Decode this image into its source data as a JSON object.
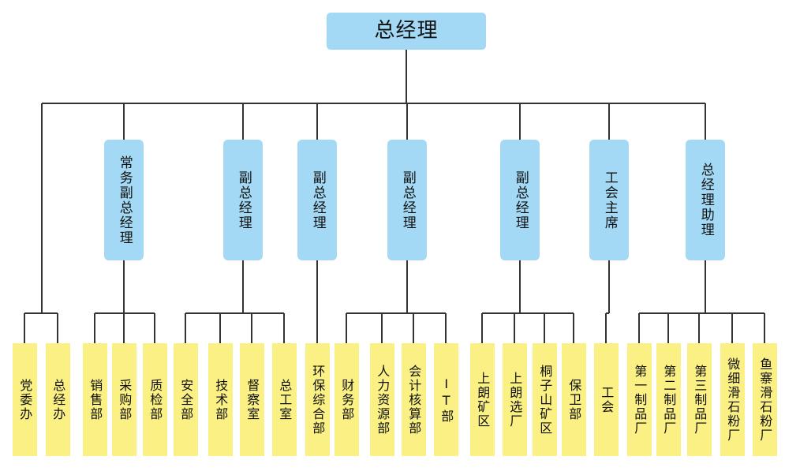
{
  "title": "总经理",
  "colors": {
    "manager_fill": "#a3d9f5",
    "department_fill": "#fbf083",
    "connector": "#333333",
    "text": "#111111"
  },
  "groups": [
    {
      "id": "direct",
      "manager": null,
      "departments": [
        "党委办",
        "总经办"
      ]
    },
    {
      "id": "vp-executive",
      "manager": "常务副总经理",
      "departments": [
        "销售部",
        "采购部",
        "质检部"
      ]
    },
    {
      "id": "vp-1",
      "manager": "副总经理",
      "departments": [
        "安全部",
        "技术部",
        "督察室",
        "总工室"
      ]
    },
    {
      "id": "vp-2",
      "manager": "副总经理",
      "departments": [
        "环保综合部"
      ]
    },
    {
      "id": "vp-3",
      "manager": "副总经理",
      "departments": [
        "财务部",
        "人力资源部",
        "会计核算部",
        "IT部"
      ]
    },
    {
      "id": "vp-4",
      "manager": "副总经理",
      "departments": [
        "上朗矿区",
        "上朗选厂",
        "桐子山矿区",
        "保卫部"
      ]
    },
    {
      "id": "union",
      "manager": "工会主席",
      "departments": [
        "工会"
      ]
    },
    {
      "id": "assistant",
      "manager": "总经理助理",
      "departments": [
        "第一制品厂",
        "第二制品厂",
        "第三制品厂",
        "微细滑石粉厂",
        "鱼寨滑石粉厂"
      ]
    }
  ]
}
